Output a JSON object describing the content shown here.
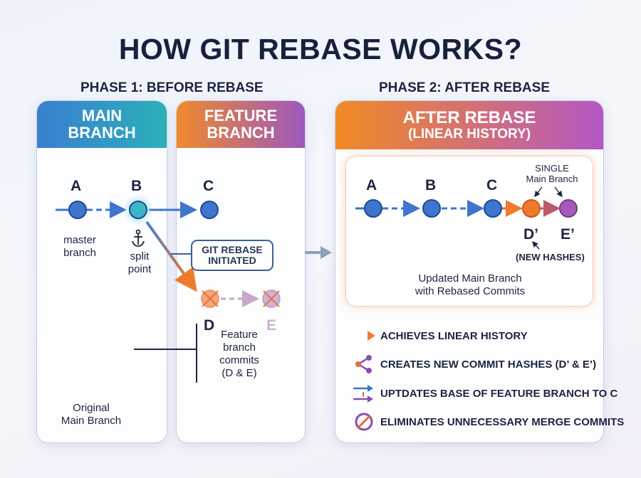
{
  "title": "HOW GIT REBASE WORKS?",
  "phase1": "PHASE 1: BEFORE REBASE",
  "phase2": "PHASE 2: AFTER REBASE",
  "main_panel": {
    "heading_line1": "MAIN",
    "heading_line2": "BRANCH",
    "node_a": "A",
    "node_b": "B",
    "master_line1": "master",
    "master_line2": "branch",
    "split_line1": "split",
    "split_line2": "point",
    "split_icon": "anchor-icon",
    "original_line1": "Original",
    "original_line2": "Main Branch"
  },
  "feature_panel": {
    "heading_line1": "FEATURE",
    "heading_line2": "BRANCH",
    "node_c": "C",
    "initiated_line1": "GIT REBASE",
    "initiated_line2": "INITIATED",
    "node_d": "D",
    "node_e": "E",
    "commits_line1": "Feature",
    "commits_line2": "branch",
    "commits_line3": "commits",
    "commits_line4": "(D & E)"
  },
  "after_panel": {
    "heading_line1": "AFTER REBASE",
    "heading_line2": "(LINEAR HISTORY)",
    "node_a": "A",
    "node_b": "B",
    "node_c": "C",
    "single_line1": "SINGLE",
    "single_line2": "Main Branch",
    "node_d_prime": "D’",
    "node_e_prime": "E’",
    "new_hashes": "(NEW HASHES)",
    "updated_line1": "Updated Main Branch",
    "updated_line2": "with Rebased Commits"
  },
  "features": [
    {
      "icon": "arrow-right-icon",
      "text": "ACHIEVES LINEAR HISTORY"
    },
    {
      "icon": "branch-icon",
      "text": "CREATES NEW COMMIT HASHES (D’ & E’)"
    },
    {
      "icon": "update-base-icon",
      "text": "UPTDATES BASE OF FEATURE BRANCH TO C"
    },
    {
      "icon": "prohibited-icon",
      "text": "ELIMINATES UNNECESSARY MERGE COMMITS"
    }
  ],
  "colors": {
    "main_blue": "#3a7fd0",
    "teal": "#2ab0b9",
    "orange": "#f28a24",
    "purple": "#b458c4",
    "node_blue": "#3d76cc",
    "text_dark": "#17213d"
  }
}
